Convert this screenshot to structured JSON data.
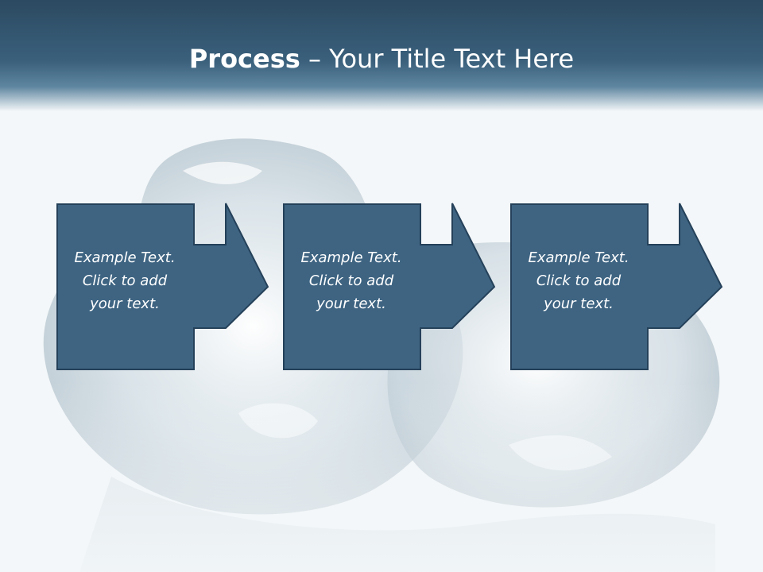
{
  "slide": {
    "title_bold": "Process",
    "title_rest": " – Your Title Text Here",
    "steps": [
      {
        "text_line1": "Example Text.",
        "text_line2": "Click  to add",
        "text_line3": "your text."
      },
      {
        "text_line1": "Example Text.",
        "text_line2": "Click  to add",
        "text_line3": "your text."
      },
      {
        "text_line1": "Example Text.",
        "text_line2": "Click  to add",
        "text_line3": "your text."
      }
    ]
  },
  "colors": {
    "shape_fill": "#3e6482",
    "shape_border": "#25415a",
    "title_band": "#2c4a61",
    "background": "#f3f7f9"
  }
}
